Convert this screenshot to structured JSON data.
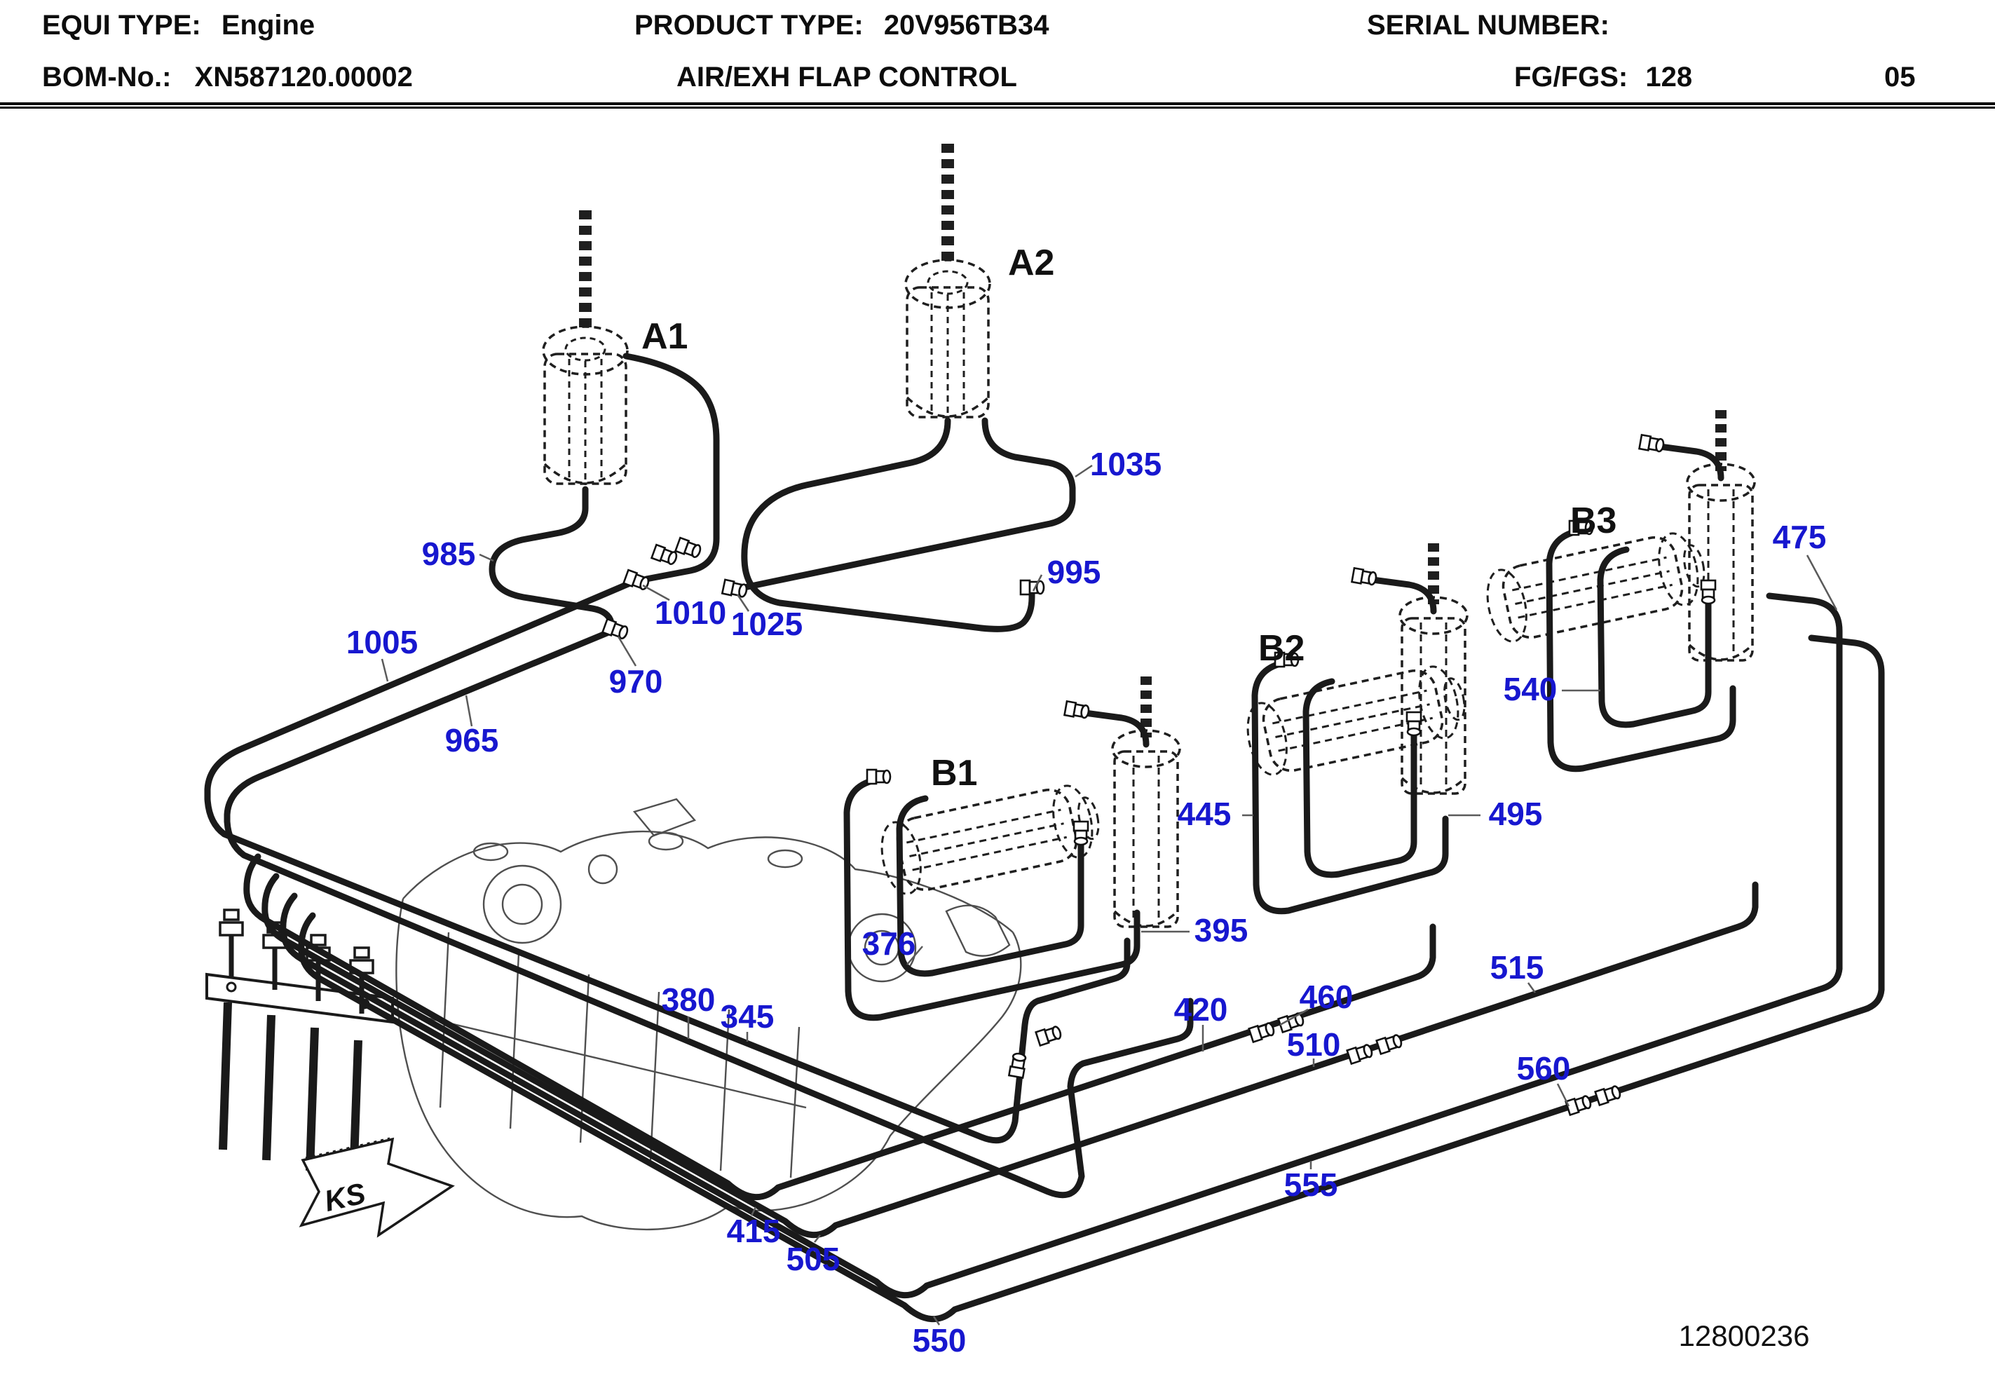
{
  "header": {
    "equi_type_label": "EQUI TYPE:",
    "equi_type_value": "Engine",
    "product_type_label": "PRODUCT TYPE:",
    "product_type_value": "20V956TB34",
    "serial_number_label": "SERIAL NUMBER:",
    "serial_number_value": "",
    "bom_label": "BOM-No.:",
    "bom_value": "XN587120.00002",
    "drawing_title": "AIR/EXH FLAP CONTROL",
    "fg_fgs_label": "FG/FGS:",
    "fg_fgs_value": "128",
    "sheet_number": "05"
  },
  "figure_number": "12800236",
  "direction_arrow_label": "KS",
  "component_labels": {
    "a1": "A1",
    "a2": "A2",
    "b1": "B1",
    "b2": "B2",
    "b3": "B3"
  },
  "callouts": [
    {
      "label": "985"
    },
    {
      "label": "1005"
    },
    {
      "label": "1010"
    },
    {
      "label": "1025"
    },
    {
      "label": "970"
    },
    {
      "label": "965"
    },
    {
      "label": "1035"
    },
    {
      "label": "995"
    },
    {
      "label": "475"
    },
    {
      "label": "540"
    },
    {
      "label": "445"
    },
    {
      "label": "495"
    },
    {
      "label": "376"
    },
    {
      "label": "395"
    },
    {
      "label": "380"
    },
    {
      "label": "345"
    },
    {
      "label": "420"
    },
    {
      "label": "460"
    },
    {
      "label": "510"
    },
    {
      "label": "515"
    },
    {
      "label": "560"
    },
    {
      "label": "555"
    },
    {
      "label": "415"
    },
    {
      "label": "505"
    },
    {
      "label": "550"
    }
  ],
  "colors": {
    "callout_blue": "#1717cf",
    "line_black": "#1a1a1a"
  }
}
